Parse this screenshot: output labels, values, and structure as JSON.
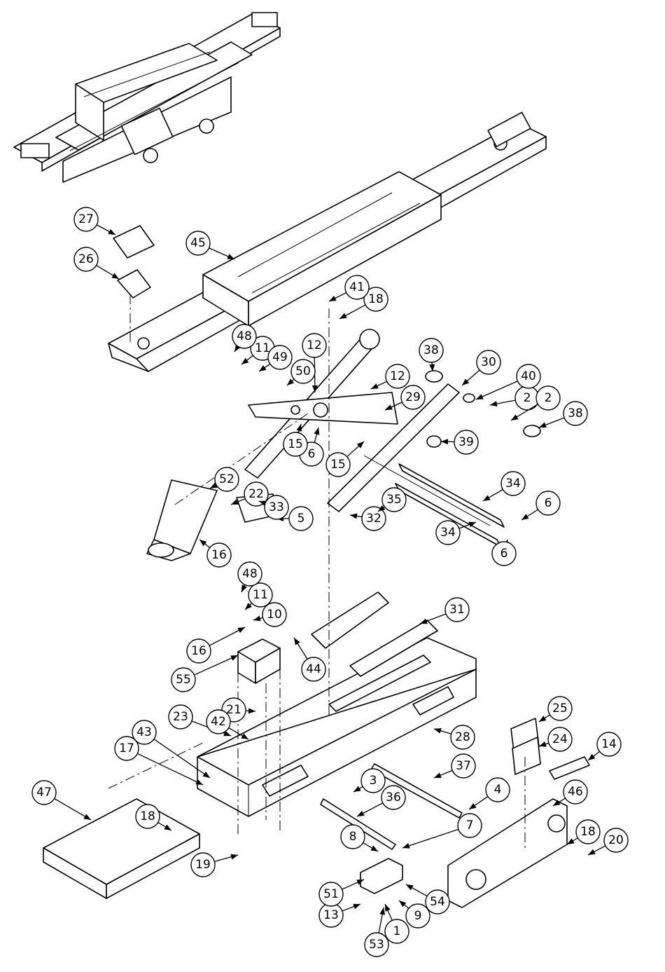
{
  "diagram": {
    "balloons": [
      {
        "id": "b1",
        "label": "1"
      },
      {
        "id": "b2a",
        "label": "2"
      },
      {
        "id": "b2b",
        "label": "2"
      },
      {
        "id": "b3",
        "label": "3"
      },
      {
        "id": "b4",
        "label": "4"
      },
      {
        "id": "b5",
        "label": "5"
      },
      {
        "id": "b6a",
        "label": "6"
      },
      {
        "id": "b6b",
        "label": "6"
      },
      {
        "id": "b6c",
        "label": "6"
      },
      {
        "id": "b7",
        "label": "7"
      },
      {
        "id": "b8",
        "label": "8"
      },
      {
        "id": "b9",
        "label": "9"
      },
      {
        "id": "b10",
        "label": "10"
      },
      {
        "id": "b11a",
        "label": "11"
      },
      {
        "id": "b11b",
        "label": "11"
      },
      {
        "id": "b12a",
        "label": "12"
      },
      {
        "id": "b12b",
        "label": "12"
      },
      {
        "id": "b13",
        "label": "13"
      },
      {
        "id": "b14",
        "label": "14"
      },
      {
        "id": "b15a",
        "label": "15"
      },
      {
        "id": "b15b",
        "label": "15"
      },
      {
        "id": "b16a",
        "label": "16"
      },
      {
        "id": "b16b",
        "label": "16"
      },
      {
        "id": "b17",
        "label": "17"
      },
      {
        "id": "b18a",
        "label": "18"
      },
      {
        "id": "b18b",
        "label": "18"
      },
      {
        "id": "b18c",
        "label": "18"
      },
      {
        "id": "b19",
        "label": "19"
      },
      {
        "id": "b20",
        "label": "20"
      },
      {
        "id": "b21",
        "label": "21"
      },
      {
        "id": "b22",
        "label": "22"
      },
      {
        "id": "b23",
        "label": "23"
      },
      {
        "id": "b24",
        "label": "24"
      },
      {
        "id": "b25",
        "label": "25"
      },
      {
        "id": "b26",
        "label": "26"
      },
      {
        "id": "b27",
        "label": "27"
      },
      {
        "id": "b28",
        "label": "28"
      },
      {
        "id": "b29",
        "label": "29"
      },
      {
        "id": "b30",
        "label": "30"
      },
      {
        "id": "b31",
        "label": "31"
      },
      {
        "id": "b32",
        "label": "32"
      },
      {
        "id": "b33",
        "label": "33"
      },
      {
        "id": "b34a",
        "label": "34"
      },
      {
        "id": "b34b",
        "label": "34"
      },
      {
        "id": "b35",
        "label": "35"
      },
      {
        "id": "b36",
        "label": "36"
      },
      {
        "id": "b37",
        "label": "37"
      },
      {
        "id": "b38a",
        "label": "38"
      },
      {
        "id": "b38b",
        "label": "38"
      },
      {
        "id": "b39",
        "label": "39"
      },
      {
        "id": "b40",
        "label": "40"
      },
      {
        "id": "b41",
        "label": "41"
      },
      {
        "id": "b42",
        "label": "42"
      },
      {
        "id": "b43",
        "label": "43"
      },
      {
        "id": "b44",
        "label": "44"
      },
      {
        "id": "b45",
        "label": "45"
      },
      {
        "id": "b46",
        "label": "46"
      },
      {
        "id": "b47",
        "label": "47"
      },
      {
        "id": "b48a",
        "label": "48"
      },
      {
        "id": "b48b",
        "label": "48"
      },
      {
        "id": "b49",
        "label": "49"
      },
      {
        "id": "b50",
        "label": "50"
      },
      {
        "id": "b51",
        "label": "51"
      },
      {
        "id": "b52",
        "label": "52"
      },
      {
        "id": "b53",
        "label": "53"
      },
      {
        "id": "b54",
        "label": "54"
      },
      {
        "id": "b55",
        "label": "55"
      }
    ]
  }
}
